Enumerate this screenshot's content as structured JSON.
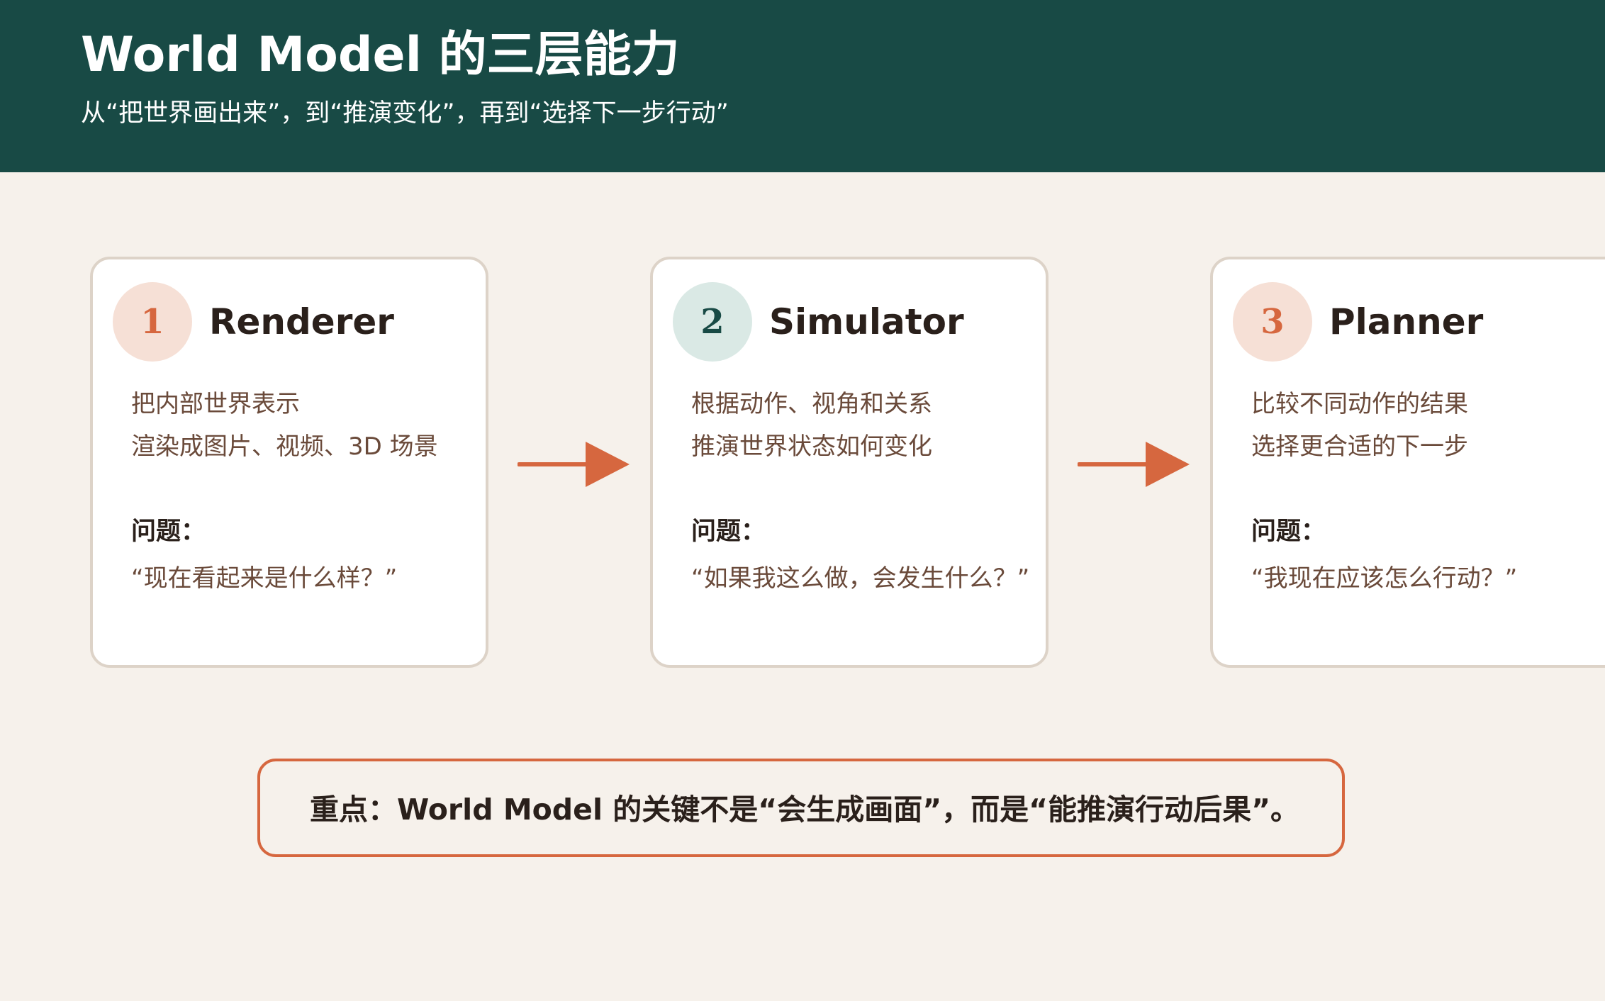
{
  "header": {
    "title": "World Model 的三层能力",
    "subtitle": "从“把世界画出来”，到“推演变化”，再到“选择下一步行动”"
  },
  "cards": [
    {
      "number": "1",
      "title": "Renderer",
      "lines": [
        "把内部世界表示",
        "渲染成图片、视频、3D 场景"
      ],
      "question_label": "问题：",
      "question": "“现在看起来是什么样？”"
    },
    {
      "number": "2",
      "title": "Simulator",
      "lines": [
        "根据动作、视角和关系",
        "推演世界状态如何变化"
      ],
      "question_label": "问题：",
      "question": "“如果我这么做，会发生什么？”"
    },
    {
      "number": "3",
      "title": "Planner",
      "lines": [
        "比较不同动作的结果",
        "选择更合适的下一步"
      ],
      "question_label": "问题：",
      "question": "“我现在应该怎么行动？”"
    }
  ],
  "keynote": "重点：World Model 的关键不是“会生成画面”，而是“能推演行动后果”。",
  "colors": {
    "header_bg": "#184a45",
    "page_bg": "#f6f1eb",
    "accent_orange": "#d6673f",
    "badge_orange_bg": "#f6e0d6",
    "badge_teal_bg": "#dae9e5",
    "card_border": "#ddd3c8"
  }
}
